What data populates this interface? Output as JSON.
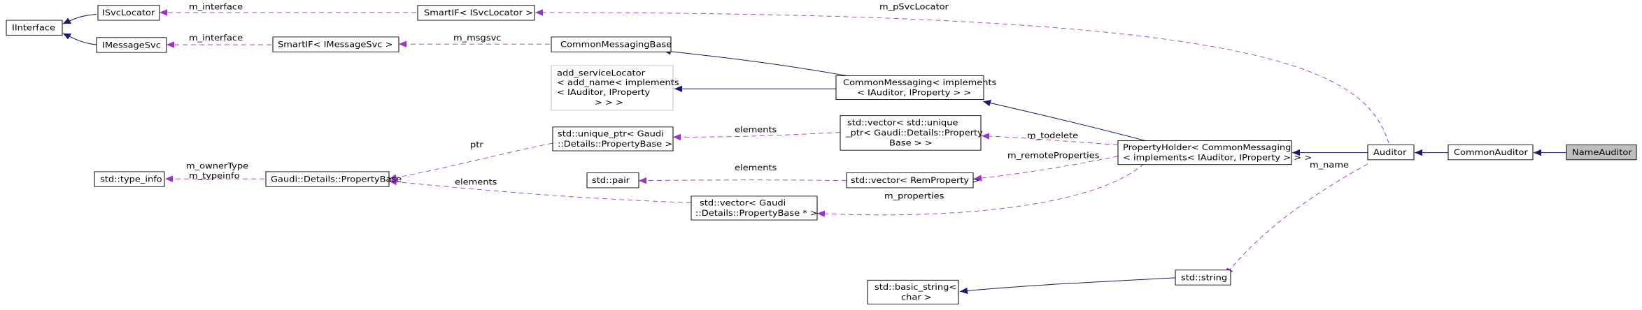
{
  "nodes": {
    "iinterface": {
      "lines": [
        "IInterface"
      ]
    },
    "isvclocator": {
      "lines": [
        "ISvcLocator"
      ]
    },
    "imessagesvc": {
      "lines": [
        "IMessageSvc"
      ]
    },
    "smartif_isvclocator": {
      "lines": [
        "SmartIF< ISvcLocator >"
      ]
    },
    "smartif_imessagesvc": {
      "lines": [
        "SmartIF< IMessageSvc >"
      ]
    },
    "commonmessagingbase": {
      "lines": [
        "CommonMessagingBase"
      ]
    },
    "add_servicelocator": {
      "lines": [
        "add_serviceLocator",
        "< add_name< implements",
        "< IAuditor, IProperty",
        "> > >"
      ]
    },
    "commonmessaging": {
      "lines": [
        "CommonMessaging< implements",
        "< IAuditor, IProperty > >"
      ]
    },
    "unique_ptr_propertybase": {
      "lines": [
        "std::unique_ptr< Gaudi",
        "::Details::PropertyBase >"
      ]
    },
    "vector_unique_ptr": {
      "lines": [
        "std::vector< std::unique",
        "_ptr< Gaudi::Details::Property",
        "Base > >"
      ]
    },
    "std_pair": {
      "lines": [
        "std::pair"
      ]
    },
    "vector_remproperty": {
      "lines": [
        "std::vector< RemProperty >"
      ]
    },
    "std_type_info": {
      "lines": [
        "std::type_info"
      ]
    },
    "propertybase": {
      "lines": [
        "Gaudi::Details::PropertyBase"
      ]
    },
    "vector_propertybase_ptr": {
      "lines": [
        "std::vector< Gaudi",
        "::Details::PropertyBase * >"
      ]
    },
    "basic_string": {
      "lines": [
        "std::basic_string<",
        "char >"
      ]
    },
    "std_string": {
      "lines": [
        "std::string"
      ]
    },
    "propertyholder": {
      "lines": [
        "PropertyHolder< CommonMessaging",
        "< implements< IAuditor, IProperty > > >"
      ]
    },
    "auditor": {
      "lines": [
        "Auditor"
      ]
    },
    "commonauditor": {
      "lines": [
        "CommonAuditor"
      ]
    },
    "nameauditor": {
      "lines": [
        "NameAuditor"
      ]
    }
  },
  "edge_labels": {
    "m_interface_1": "m_interface",
    "m_interface_2": "m_interface",
    "m_pSvcLocator": "m_pSvcLocator",
    "m_msgsvc": "m_msgsvc",
    "elements_1": "elements",
    "ptr": "ptr",
    "m_todelete": "m_todelete",
    "m_ownerType": "m_ownerType",
    "m_typeinfo": "m_typeinfo",
    "elements_2": "elements",
    "m_remoteProperties": "m_remoteProperties",
    "elements_3": "elements",
    "m_properties": "m_properties",
    "m_name": "m_name"
  },
  "colors": {
    "inheritance_edge": "#191970",
    "usage_edge": "#9a32cd",
    "highlight_fill": "#bfbfbf"
  }
}
